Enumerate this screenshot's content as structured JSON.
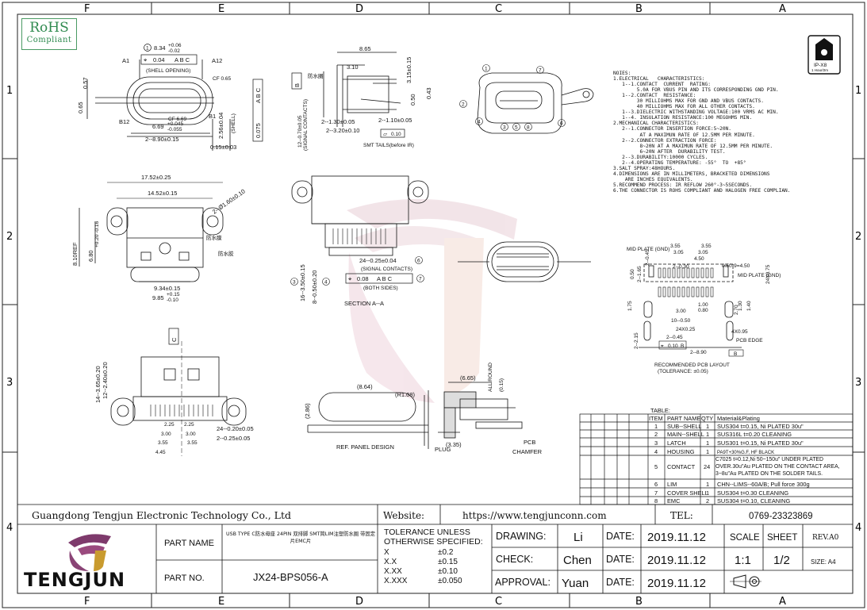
{
  "zones": {
    "columns": [
      "F",
      "E",
      "D",
      "C",
      "B",
      "A"
    ],
    "rows": [
      "1",
      "2",
      "3",
      "4"
    ]
  },
  "rohs": {
    "line1": "RoHS",
    "line2": "Compliant"
  },
  "ip": {
    "rating": "IP-X8",
    "duration": "1 Hour/2m"
  },
  "notes": [
    "NOIES:",
    "1.ELECTRICAL   CHARACTERISTICS:",
    "   1--1.CONTACT  CURRENT  RATING:",
    "        5.0A FOR VBUS PIN AND ITS CORRESPONDING GND PIN.",
    "   1--2.CONTACT  RESISTANCE:",
    "        30 MILLIOHMS MAX FOR GND AND VBUS CONTACTS.",
    "        40 MILLIOHMS MAX FOR ALL OTHER CONTACTS.",
    "   1--3.DIELECTRIC WITHSTANDING VOLTAGE:100 VRMS AC MIN.",
    "   1--4. INSULATION RESISTANCE:100 MEGOHMS MIN.",
    "2.MECHANICAL CHARACTERISTICS:",
    "   2--1.CONNECTOR INSERTION FORCE:5~20N.",
    "         AT A MAXIMUN RATE OF 12.5MM PER MINUTE.",
    "   2--2.CONNECTOR EXTRACTION FORCE:",
    "         8~20N AT A MAXIMUN RATE OF 12.5MM PER MINUTE.",
    "         6~20N AFTER  DURABILITY TEST.",
    "   2--3.DURABILITY:10000 CYCLES.",
    "   2--4.OPERATING TEMPERATURE: -55°  TO  +85°",
    "3.SALT SPRAY:48HOURS.",
    "4.DIMENSIONS ARE IN MILLIMETERS, BRACKETED DIMENSIONS",
    "    ARE INCHES EQUIVALENTS.",
    "5.RECOMMEND PROCESS: IR REFLOW 260°-3~5SECONDS.",
    "6.THE CONNECTOR IS ROHS COMPLIANT AND HALOGEN FREE COMPLIAN."
  ],
  "views": {
    "top": {
      "d1": "8.34",
      "d1tol": "+0.06 -0.02",
      "pos": "0.04",
      "ref": "A B C",
      "shell": "(SHELL OPENING)",
      "a1": "A1",
      "a12": "A12",
      "cf065": "CF 0.65",
      "cf669": "CF 6.69",
      "d669": "6.69",
      "d669tol": "+0.045 -0.055",
      "d290": "2--8.90±0.15",
      "d057": "0.57",
      "d065": "0.65",
      "b12": "B12",
      "b1": "B1",
      "d256": "2.56±0.04",
      "d015": "0.15±0.03",
      "pos2": "0.075",
      "ref2": "A B C",
      "shelllbl": "(SHELL)"
    },
    "side": {
      "d865": "8.65",
      "d310": "3.10",
      "d315": "3.15±0.15",
      "b": "B",
      "d050": "0.50",
      "d043": "0.43",
      "d130": "2--1.30±0.05",
      "d110": "2--1.10±0.05",
      "d320": "2--3.20±0.10",
      "flat": "0.10",
      "smt": "SMT TAILS(before IR)",
      "d070": "12--0.70±0.05",
      "sig": "(SIGNAL CONTACTS)",
      "lbl1": "防水圈"
    },
    "bottom": {
      "d1752": "17.52±0.25",
      "d1452": "14.52±0.15",
      "d160": "2--Ø1.60±0.10",
      "d810": "8.10REF",
      "d680": "6.80",
      "d680tol": "+0.20 -0.16",
      "d934": "9.34±0.15",
      "d985": "9.85",
      "d985tol": "+0.15 -0.10",
      "lbl1": "防水膜",
      "lbl2": "防水胶"
    },
    "section": {
      "d024": "24--0.25±0.04",
      "sig": "(SIGNAL CONTACTS)",
      "pos": "0.08",
      "ref": "A B C",
      "both": "(BOTH SIDES)",
      "d1630": "16--3.50±0.15",
      "d850": "8--0.50±0.20",
      "title": "SECTION A--A"
    },
    "front": {
      "c": "C",
      "d1493": "14--3.65±0.20",
      "d1240": "12--2.40±0.20",
      "d225a": "2.25",
      "d225b": "2.25",
      "d300a": "3.00",
      "d300b": "3.00",
      "d355a": "3.55",
      "d355b": "3.55",
      "d445": "4.45",
      "d020": "24--0.20±0.05",
      "d025": "2--0.25±0.05"
    },
    "panel": {
      "d864": "(8.64)",
      "r": "(R1.08)",
      "d286": "(2.86)",
      "title": "REF. PANEL DESIGN",
      "d665": "(6.65)",
      "round": "ALL ROUND",
      "d015": "(0.15)",
      "d335": "(3.35)",
      "pcb": "PCB",
      "plug": "PLUG",
      "chamfer": "CHAMFER"
    },
    "pcb": {
      "mid": "MID PLATE (GND)",
      "d355a": "3.55",
      "d355b": "3.55",
      "d305a": "3.05",
      "d305b": "3.05",
      "d450": "4.50",
      "d045a": "2--0.45",
      "d030": "2--0.30",
      "d050p": "0.50*9=4.50",
      "d450r": "24X0.75",
      "midr": "MID PLATE (GND)",
      "d300": "3.00",
      "d100": "1.00",
      "d080": "0.80",
      "d1050": "10--0.50",
      "d175": "1.75",
      "d240": "24X0.25",
      "d095": "4X0.95",
      "pcbe": "PCB EDGE",
      "d045b": "2--0.45",
      "d215": "2--2.15",
      "d890": "2--8.90",
      "pos": "0.10",
      "ref": "B",
      "b": "B",
      "title": "RECOMMENDED PCB LAYOUT",
      "tol": "(TOLERANCE: ±0.05)",
      "d165": "2--1.65",
      "d130": "1.30",
      "d140": "1.40",
      "d270": "2.70"
    }
  },
  "bom": {
    "label": "TABLE:",
    "headers": [
      "ITEM",
      "PART NAME",
      "QTY",
      "Material&Plating"
    ],
    "rows": [
      [
        "1",
        "SUB--SHELL",
        "1",
        "SUS304  t=0.15, Ni PLATED 30u\""
      ],
      [
        "2",
        "MAIN--SHELL",
        "1",
        "SUS316L  t=0.20 CLEANING"
      ],
      [
        "3",
        "LATCH",
        "1",
        "SUS301  t=0.15, Ni PLATED 30u\""
      ],
      [
        "4",
        "HOUSING",
        "1",
        "PA9T+30%G.F, HF BLACK"
      ],
      [
        "5",
        "CONTACT",
        "24",
        "C7025  t=0.12,Ni  50~150u\"  UNDER PLATED OVER.30u\"Au PLATED ON THE CONTACT AREA, 3~8u\"Au PLATED ON THE SOLDER TAILS."
      ],
      [
        "6",
        "LIM",
        "1",
        "CHN--LIMS--60A/B;  Pull  force  300g"
      ],
      [
        "7",
        "COVER SHELL",
        "1",
        "SUS304  t=0.30  CLEANING"
      ],
      [
        "8",
        "EMC",
        "2",
        "SUS304  t=0.10, CLEANING"
      ]
    ]
  },
  "title_block": {
    "company": "Guangdong Tengjun Electronic Technology Co., Ltd",
    "website_label": "Website:",
    "website": "https://www.tengjunconn.com",
    "tel_label": "TEL:",
    "tel": "0769-23323869",
    "logo_text": "TENGJUN",
    "part_name_label": "PART NAME",
    "part_name": "USB TYPE C防水母座 24PIN 双排脚 SMT简LIM注塑防水圈 带固定片EMC片",
    "part_no_label": "PART NO.",
    "part_no": "JX24-BPS056-A",
    "tol_header1": "TOLERANCE UNLESS",
    "tol_header2": "OTHERWISE SPECIFIED:",
    "tol": [
      [
        "X",
        "±0.2"
      ],
      [
        "X.X",
        "±0.15"
      ],
      [
        "X.XX",
        "±0.10"
      ],
      [
        "X.XXX",
        "±0.050"
      ]
    ],
    "drawing_label": "DRAWING:",
    "drawing": "Li",
    "check_label": "CHECK:",
    "check": "Chen",
    "approval_label": "APPROVAL:",
    "approval": "Yuan",
    "date_label": "DATE:",
    "date1": "2019.11.12",
    "date2": "2019.11.12",
    "date3": "2019.11.12",
    "scale_label": "SCALE",
    "scale": "1:1",
    "sheet_label": "SHEET",
    "sheet": "1/2",
    "rev": "REV.A0",
    "size": "SIZE: A4"
  },
  "colors": {
    "rohs": "#3a8f57",
    "logo_purple": "#7e3a6c",
    "logo_gold": "#c99b2e",
    "logo_red": "#c0392b",
    "watermark": "#e6c9d2"
  }
}
